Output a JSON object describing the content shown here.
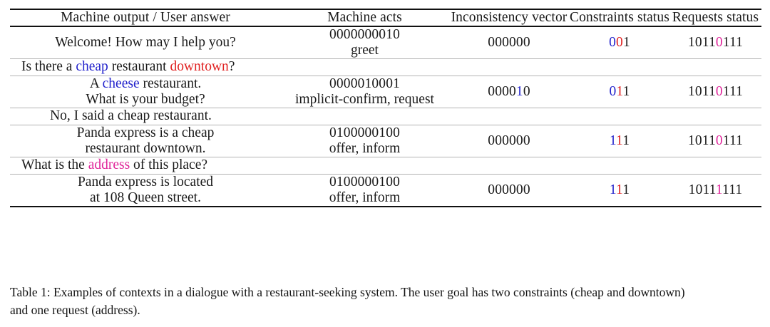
{
  "table": {
    "columns": [
      "Machine output / User answer",
      "Machine acts",
      "Inconsistency vector",
      "Constraints status",
      "Requests status"
    ],
    "rows": [
      {
        "kind": "machine",
        "utterance_line1": "Welcome! How may I help you?",
        "utterance_line2": "",
        "acts_bits": "0000000010",
        "acts_labels": "greet",
        "inconsistency_vector": "000000",
        "inconsistency_vector_colors": [
          "black",
          "black",
          "black",
          "black",
          "black",
          "black"
        ],
        "constraints_status": "001",
        "constraints_status_colors": [
          "blue",
          "red",
          "black"
        ],
        "requests_status": "10110111",
        "requests_status_colors": [
          "black",
          "black",
          "black",
          "black",
          "magenta",
          "black",
          "black",
          "black"
        ]
      },
      {
        "kind": "user",
        "utterance_tokens": [
          {
            "text": "Is there a ",
            "color": "black"
          },
          {
            "text": "cheap",
            "color": "blue"
          },
          {
            "text": " restaurant ",
            "color": "black"
          },
          {
            "text": "downtown",
            "color": "red"
          },
          {
            "text": "?",
            "color": "black"
          }
        ],
        "indent": false
      },
      {
        "kind": "machine",
        "utterance_tokens_line1": [
          {
            "text": "A ",
            "color": "black"
          },
          {
            "text": "cheese",
            "color": "blue"
          },
          {
            "text": " restaurant.",
            "color": "black"
          }
        ],
        "utterance_line2": "What is your budget?",
        "acts_bits": "0000010001",
        "acts_labels": "implicit-confirm, request",
        "inconsistency_vector": "000010",
        "inconsistency_vector_colors": [
          "black",
          "black",
          "black",
          "black",
          "blue",
          "black"
        ],
        "constraints_status": "011",
        "constraints_status_colors": [
          "blue",
          "red",
          "black"
        ],
        "requests_status": "10110111",
        "requests_status_colors": [
          "black",
          "black",
          "black",
          "black",
          "magenta",
          "black",
          "black",
          "black"
        ]
      },
      {
        "kind": "user",
        "utterance_tokens": [
          {
            "text": "No, I said a cheap restaurant.",
            "color": "black"
          }
        ],
        "indent": true
      },
      {
        "kind": "machine",
        "utterance_line1": "Panda express is a cheap",
        "utterance_line2": "restaurant downtown.",
        "acts_bits": "0100000100",
        "acts_labels": "offer, inform",
        "inconsistency_vector": "000000",
        "inconsistency_vector_colors": [
          "black",
          "black",
          "black",
          "black",
          "black",
          "black"
        ],
        "constraints_status": "111",
        "constraints_status_colors": [
          "blue",
          "red",
          "black"
        ],
        "requests_status": "10110111",
        "requests_status_colors": [
          "black",
          "black",
          "black",
          "black",
          "magenta",
          "black",
          "black",
          "black"
        ]
      },
      {
        "kind": "user",
        "utterance_tokens": [
          {
            "text": "What is the ",
            "color": "black"
          },
          {
            "text": "address",
            "color": "magenta"
          },
          {
            "text": " of this place?",
            "color": "black"
          }
        ],
        "indent": false
      },
      {
        "kind": "machine",
        "utterance_line1": "Panda express is located",
        "utterance_line2": "at 108 Queen street.",
        "acts_bits": "0100000100",
        "acts_labels": "offer, inform",
        "inconsistency_vector": "000000",
        "inconsistency_vector_colors": [
          "black",
          "black",
          "black",
          "black",
          "black",
          "black"
        ],
        "constraints_status": "111",
        "constraints_status_colors": [
          "blue",
          "red",
          "black"
        ],
        "requests_status": "10111111",
        "requests_status_colors": [
          "black",
          "black",
          "black",
          "black",
          "magenta",
          "black",
          "black",
          "black"
        ]
      }
    ]
  },
  "caption": {
    "line1": "Table 1: Examples of contexts in a dialogue with a restaurant-seeking system. The user goal has two constraints (cheap and downtown)",
    "line2": "and one request (address)."
  },
  "colors": {
    "blue": "#2222cc",
    "red": "#e02020",
    "magenta": "#e0259a",
    "black": "#1a1a1a",
    "rule_dark": "#111111",
    "rule_light": "#b3b3b3"
  }
}
